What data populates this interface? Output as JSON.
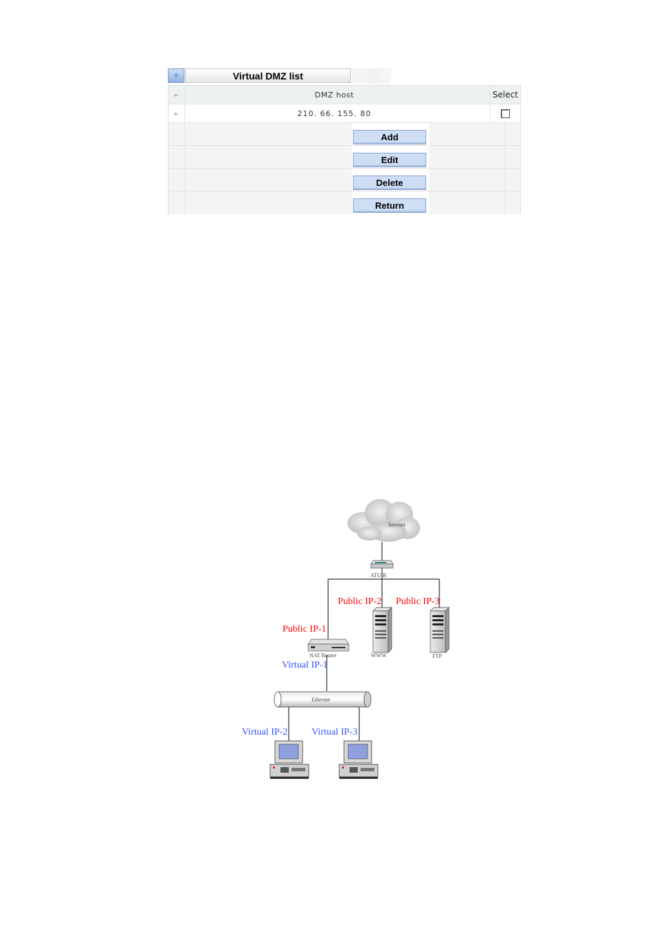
{
  "panel": {
    "title": "Virtual DMZ list",
    "columns": {
      "host": "DMZ host",
      "select": "Select"
    },
    "rows": [
      {
        "host": "210. 66. 155. 80",
        "selected": false
      }
    ],
    "buttons": {
      "add": "Add",
      "edit": "Edit",
      "delete": "Delete",
      "return": "Return"
    }
  },
  "diagram": {
    "internet": "Internet",
    "atur": "ATU-R",
    "public_ip_1": "Public IP-1",
    "public_ip_2": "Public IP-2",
    "public_ip_3": "Public IP-3",
    "nat_router": "NAT Router",
    "www": "WWW",
    "ftp": "FTP",
    "virtual_ip_1": "Virtual IP-1",
    "ethernet": "Ethernet",
    "virtual_ip_2": "Virtual IP-2",
    "virtual_ip_3": "Virtual IP-3",
    "colors": {
      "public": "#ff0000",
      "virtual": "#3355ff"
    }
  }
}
